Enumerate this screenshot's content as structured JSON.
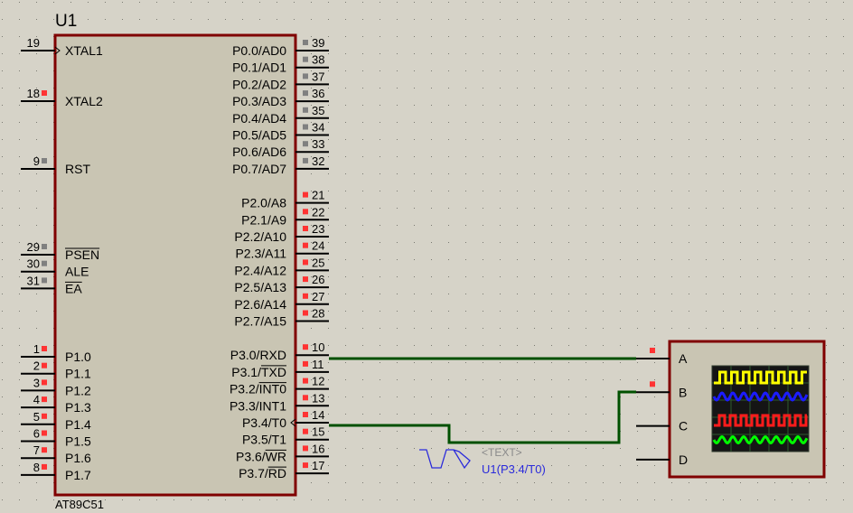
{
  "chip": {
    "ref": "U1",
    "part": "AT89C51",
    "left_pins": [
      {
        "num": "19",
        "label": "XTAL1"
      },
      {
        "num": "18",
        "label": "XTAL2"
      },
      {
        "num": "9",
        "label": "RST"
      },
      {
        "num": "29",
        "label": "PSEN"
      },
      {
        "num": "30",
        "label": "ALE"
      },
      {
        "num": "31",
        "label": "EA"
      },
      {
        "num": "1",
        "label": "P1.0"
      },
      {
        "num": "2",
        "label": "P1.1"
      },
      {
        "num": "3",
        "label": "P1.2"
      },
      {
        "num": "4",
        "label": "P1.3"
      },
      {
        "num": "5",
        "label": "P1.4"
      },
      {
        "num": "6",
        "label": "P1.5"
      },
      {
        "num": "7",
        "label": "P1.6"
      },
      {
        "num": "8",
        "label": "P1.7"
      }
    ],
    "right_pins": [
      {
        "num": "39",
        "label": "P0.0/AD0"
      },
      {
        "num": "38",
        "label": "P0.1/AD1"
      },
      {
        "num": "37",
        "label": "P0.2/AD2"
      },
      {
        "num": "36",
        "label": "P0.3/AD3"
      },
      {
        "num": "35",
        "label": "P0.4/AD4"
      },
      {
        "num": "34",
        "label": "P0.5/AD5"
      },
      {
        "num": "33",
        "label": "P0.6/AD6"
      },
      {
        "num": "32",
        "label": "P0.7/AD7"
      },
      {
        "num": "21",
        "label": "P2.0/A8"
      },
      {
        "num": "22",
        "label": "P2.1/A9"
      },
      {
        "num": "23",
        "label": "P2.2/A10"
      },
      {
        "num": "24",
        "label": "P2.3/A11"
      },
      {
        "num": "25",
        "label": "P2.4/A12"
      },
      {
        "num": "26",
        "label": "P2.5/A13"
      },
      {
        "num": "27",
        "label": "P2.6/A14"
      },
      {
        "num": "28",
        "label": "P2.7/A15"
      },
      {
        "num": "10",
        "label": "P3.0/RXD"
      },
      {
        "num": "11",
        "label": "P3.1/TXD"
      },
      {
        "num": "12",
        "label": "P3.2/INT0"
      },
      {
        "num": "13",
        "label": "P3.3/INT1"
      },
      {
        "num": "14",
        "label": "P3.4/T0"
      },
      {
        "num": "15",
        "label": "P3.5/T1"
      },
      {
        "num": "16",
        "label": "P3.6/WR"
      },
      {
        "num": "17",
        "label": "P3.7/RD"
      }
    ]
  },
  "probe": {
    "text_placeholder": "<TEXT>",
    "label": "U1(P3.4/T0)"
  },
  "scope": {
    "channels": [
      "A",
      "B",
      "C",
      "D"
    ],
    "trace_colors": [
      "#ffff00",
      "#1c1cff",
      "#ff1c1c",
      "#00ff00"
    ]
  },
  "colors": {
    "background": "#d6d3c8",
    "body": "#c9c5b3",
    "outline": "#800000",
    "wire": "#005000",
    "pin_red": "#ff3333",
    "pin_grey": "#808080",
    "probe": "#2b2bdb"
  }
}
